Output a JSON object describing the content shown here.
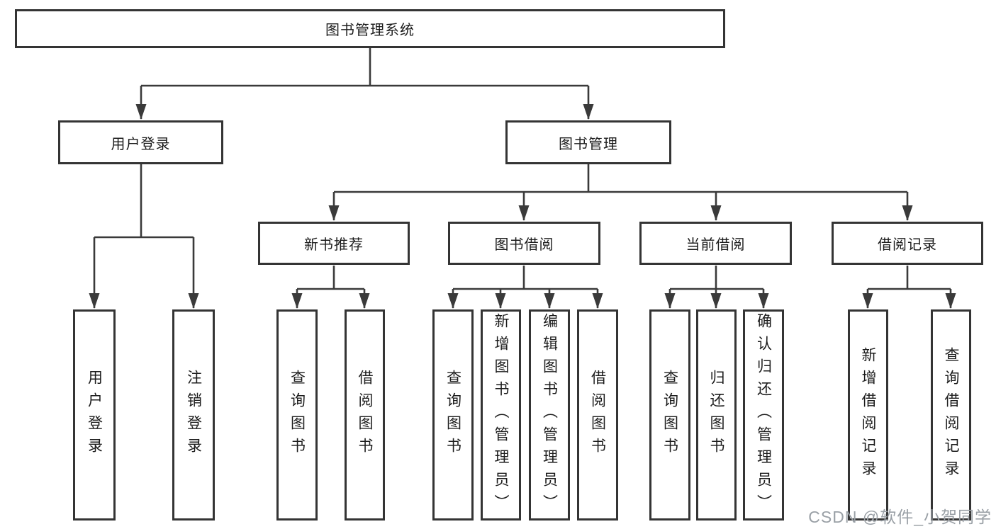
{
  "diagram": {
    "root": {
      "label": "图书管理系统"
    },
    "level2": [
      {
        "label": "用户登录"
      },
      {
        "label": "图书管理"
      }
    ],
    "level3": [
      {
        "label": "新书推荐"
      },
      {
        "label": "图书借阅"
      },
      {
        "label": "当前借阅"
      },
      {
        "label": "借阅记录"
      }
    ],
    "leaves": {
      "user_login_group": [
        "用户登录",
        "注销登录"
      ],
      "new_book_group": [
        "查询图书",
        "借阅图书"
      ],
      "book_borrow_group": [
        "查询图书",
        "新增图书（管理员）",
        "编辑图书（管理员）",
        "借阅图书"
      ],
      "current_borrow_group": [
        "查询图书",
        "归还图书",
        "确认归还（管理员）"
      ],
      "record_group": [
        "新增借阅记录",
        "查询借阅记录"
      ]
    }
  },
  "watermark": {
    "text": "CSDN @软件_小贺同学"
  },
  "colors": {
    "line": "#3a3a3a",
    "box_border": "#343434",
    "text": "#1c1c1c",
    "watermark": "#9aa0a6",
    "background": "#ffffff"
  }
}
